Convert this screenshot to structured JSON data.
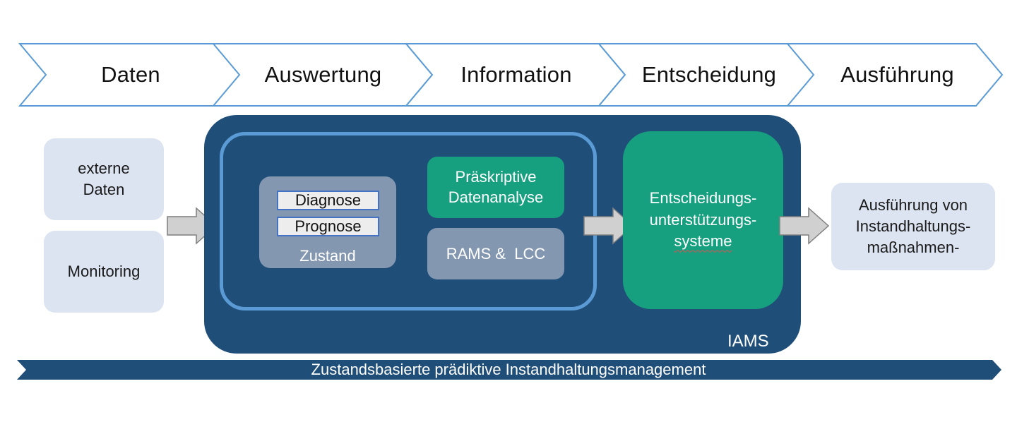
{
  "process_steps": [
    "Daten",
    "Auswertung",
    "Information",
    "Entscheidung",
    "Ausführung"
  ],
  "inputs": {
    "external_data": "externe\nDaten",
    "monitoring": "Monitoring"
  },
  "iams": {
    "label": "IAMS",
    "zustand": {
      "label": "Zustand",
      "diagnose": "Diagnose",
      "prognose": "Prognose"
    },
    "praeskriptive": "Präskriptive\nDatenanalyse",
    "rams_lcc": "RAMS &  LCC",
    "decision_lines": [
      "Entscheidungs-",
      "unterstützungs-",
      "systeme"
    ]
  },
  "output": "Ausführung von\nInstandhaltungs-\nmaßnahmen-",
  "banner": "Zustandsbasierte prädiktive Instandhaltungsmanagement",
  "colors": {
    "chevron_stroke": "#5b9bd5",
    "iams_fill": "#1f4e79",
    "inner_frame": "#5b9bd5",
    "light_box": "#dce4f2",
    "green": "#17a07f",
    "grey_blue": "#8497b0",
    "arrow_fill": "#d0d0d0"
  }
}
